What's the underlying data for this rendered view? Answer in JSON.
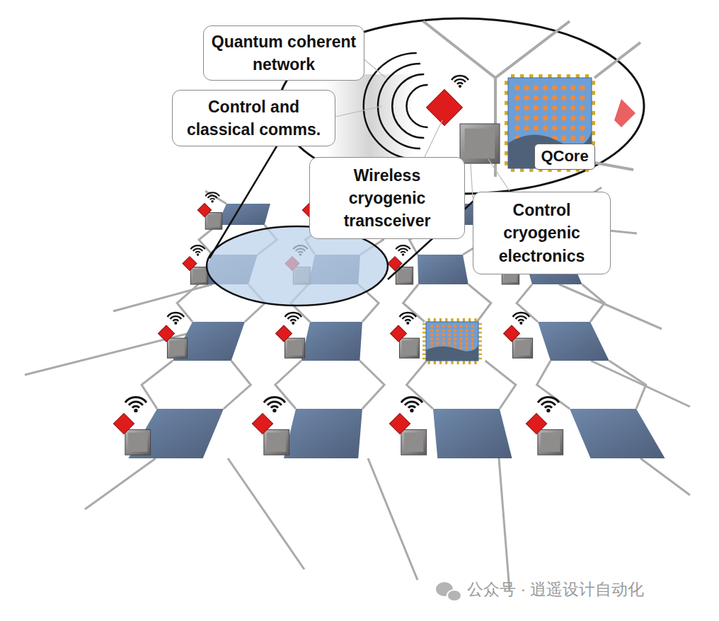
{
  "diagram": {
    "nodes": [
      {
        "text": [
          "Quantum coherent network"
        ]
      },
      {
        "text": [
          "Control and classical comms."
        ]
      },
      {
        "text": [
          "Wireless cryogenic transceiver"
        ]
      },
      {
        "text": [
          "Control cryogenic electronics"
        ]
      },
      {
        "text": [
          "QCore"
        ]
      }
    ],
    "labels": [
      "公众号 · 逍遥设计自动化"
    ]
  }
}
